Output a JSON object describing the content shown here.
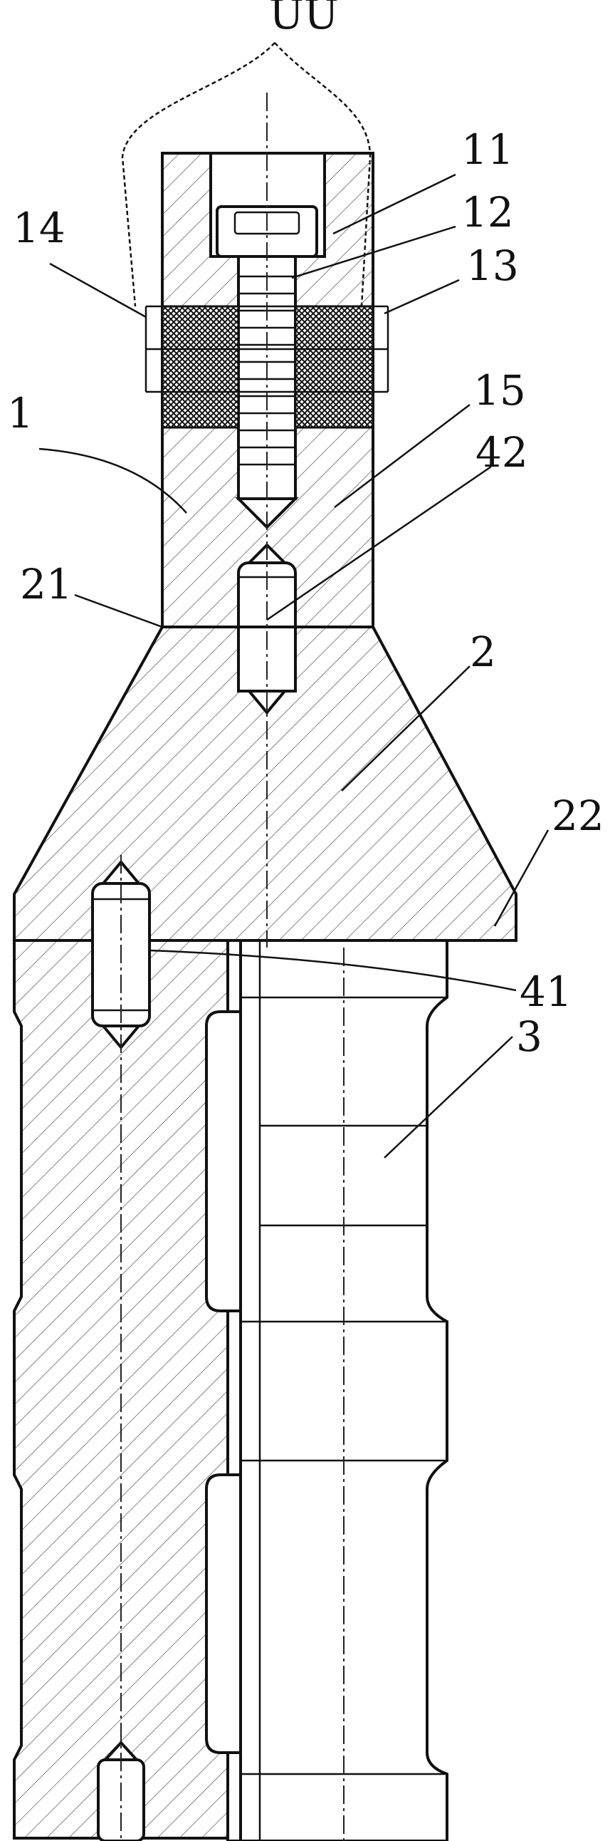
{
  "figure": {
    "wire_label": "UU",
    "callouts": [
      {
        "id": "label-11",
        "text": "11"
      },
      {
        "id": "label-12",
        "text": "12"
      },
      {
        "id": "label-14",
        "text": "14"
      },
      {
        "id": "label-13",
        "text": "13"
      },
      {
        "id": "label-15",
        "text": "15"
      },
      {
        "id": "label-1",
        "text": "1"
      },
      {
        "id": "label-42",
        "text": "42"
      },
      {
        "id": "label-21",
        "text": "21"
      },
      {
        "id": "label-2",
        "text": "2"
      },
      {
        "id": "label-22",
        "text": "22"
      },
      {
        "id": "label-41",
        "text": "41"
      },
      {
        "id": "label-3",
        "text": "3"
      }
    ]
  }
}
